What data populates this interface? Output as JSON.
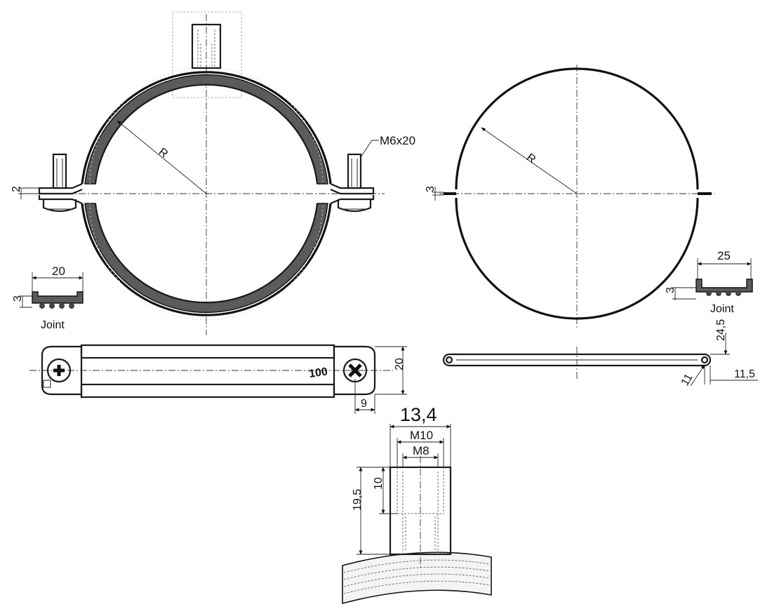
{
  "clamp_with_insert": {
    "radius_label": "R",
    "screw_label": "M6x20",
    "gap_dim": "2",
    "joint": {
      "width_dim": "20",
      "height_dim": "3",
      "caption": "Joint"
    }
  },
  "clamp_plain": {
    "radius_label": "R",
    "gap_dim": "3",
    "joint": {
      "width_dim": "25",
      "height_dim": "3",
      "caption": "Joint"
    }
  },
  "top_view_insert": {
    "width_dim": "20",
    "lug_dim": "9",
    "marking": "100"
  },
  "top_view_plain": {
    "dim_a": "24,5",
    "dim_b": "11,5",
    "dim_c": "11"
  },
  "nut_detail": {
    "outer_dim": "13,4",
    "thread_outer": "M10",
    "thread_inner": "M8",
    "total_height": "19,5",
    "thread_depth": "10"
  }
}
